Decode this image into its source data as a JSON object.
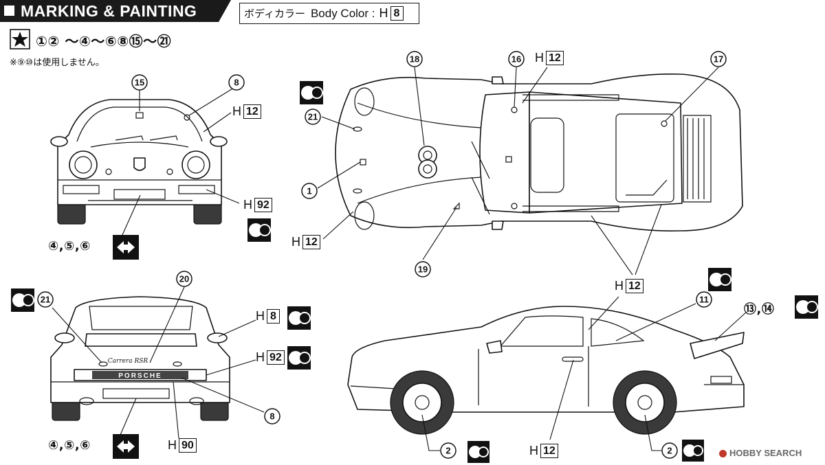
{
  "header": {
    "title": "MARKING & PAINTING",
    "body_color_jp": "ボディカラー",
    "body_color_en": "Body Color :",
    "body_color_prefix": "H",
    "body_color_code": "8"
  },
  "decal_sequence": "①② 〜④〜⑥⑧⑮〜㉑",
  "note": "※⑨⑩は使用しません。",
  "callouts": {
    "front": {
      "c15": "15",
      "c8": "8",
      "paint_window": {
        "prefix": "H",
        "code": "12"
      },
      "paint_light": {
        "prefix": "H",
        "code": "92"
      },
      "plate_label": "④,⑤,⑥"
    },
    "top": {
      "c18": "18",
      "c16": "16",
      "c17": "17",
      "c21": "21",
      "c1": "1",
      "c19": "19",
      "paint_roof": {
        "prefix": "H",
        "code": "12"
      },
      "paint_nose": {
        "prefix": "H",
        "code": "12"
      },
      "paint_side": {
        "prefix": "H",
        "code": "12"
      }
    },
    "rear": {
      "c20": "20",
      "c21": "21",
      "c8": "8",
      "paint_body": {
        "prefix": "H",
        "code": "8"
      },
      "paint_panel": {
        "prefix": "H",
        "code": "92"
      },
      "paint_bumper": {
        "prefix": "H",
        "code": "90"
      },
      "plate_label": "④,⑤,⑥",
      "porsche_text": "PORSCHE",
      "badge_text": "Carrera RSR"
    },
    "side": {
      "c11": "11",
      "c13_14": "⑬,⑭",
      "c2_front": "2",
      "c2_rear": "2",
      "paint_side": {
        "prefix": "H",
        "code": "12"
      },
      "paint_handle": {
        "prefix": "H",
        "code": "12"
      }
    }
  },
  "watermark": "HOBBY SEARCH"
}
